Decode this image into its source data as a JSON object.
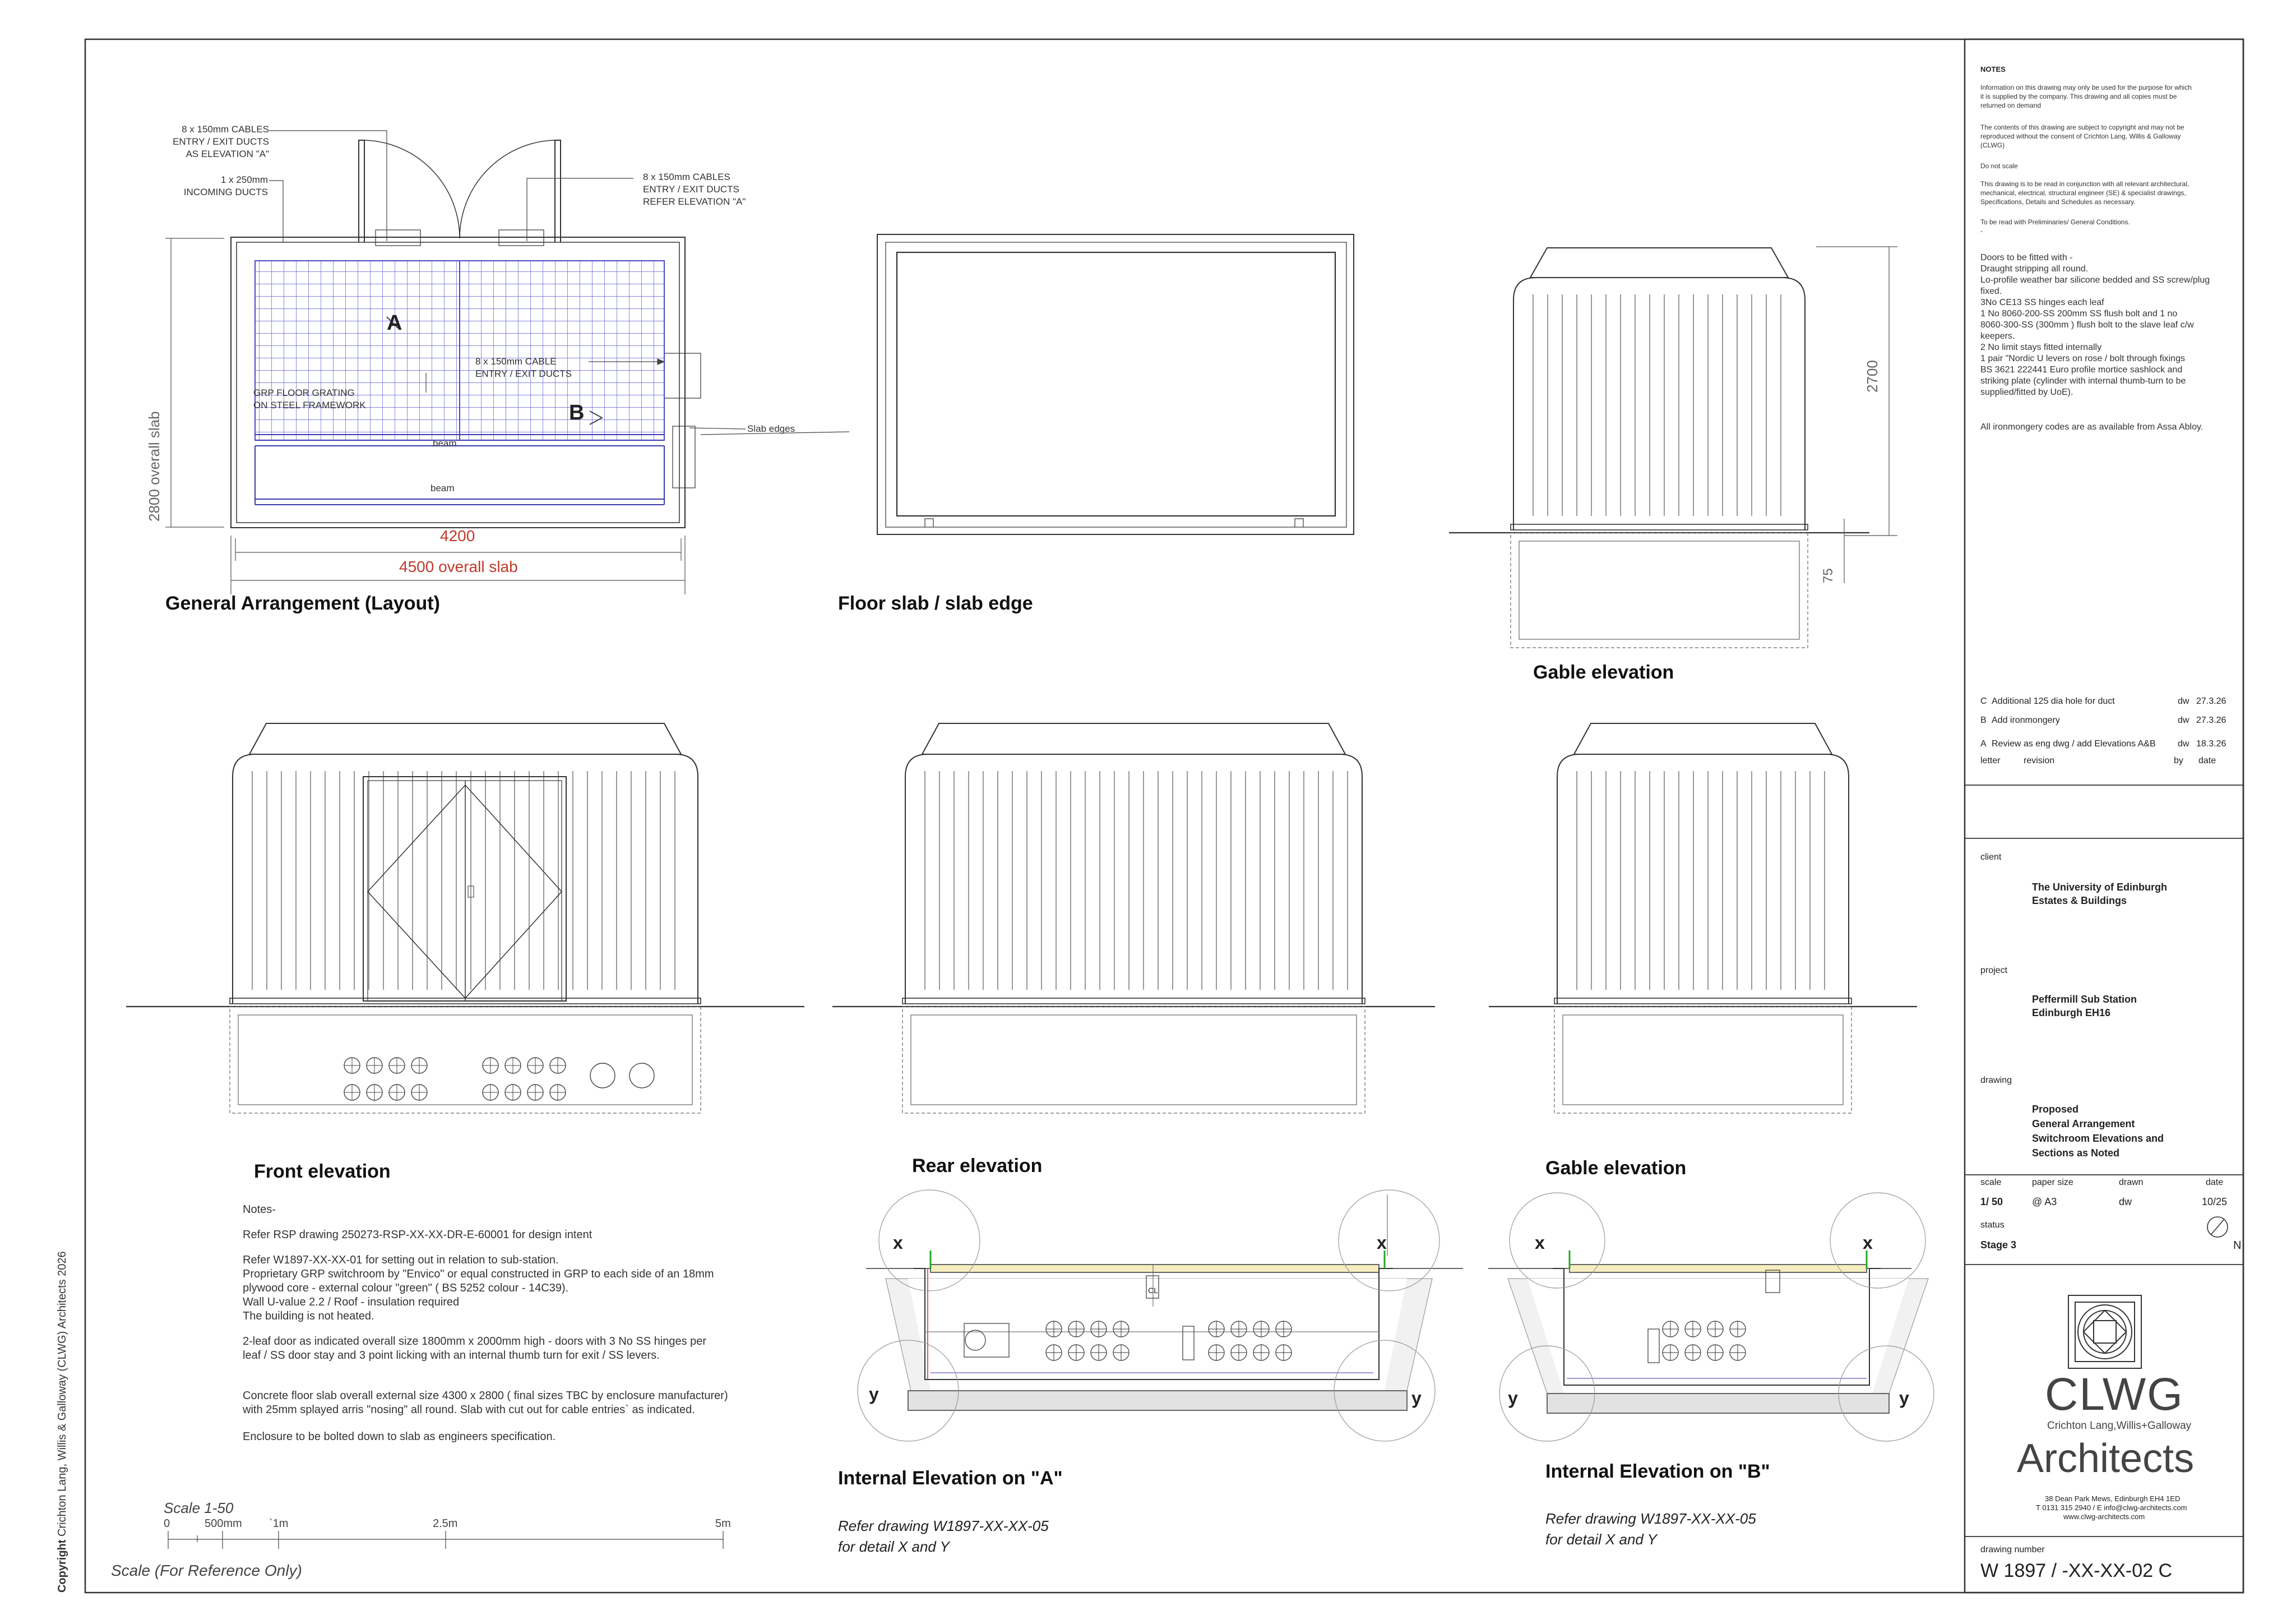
{
  "colors": {
    "line": "#3a3a3a",
    "grating": "#4a4ac8",
    "slab_text": "#c0392b",
    "beam_text": "#444"
  },
  "ga": {
    "title": "General Arrangement (Layout)",
    "callout_cables_left": "8 x 150mm CABLES\nENTRY / EXIT DUCTS\nAS ELEVATION \"A\"",
    "callout_incoming": "1 x 250mm\nINCOMING DUCTS",
    "callout_cables_right": "8 x 150mm CABLES\nENTRY / EXIT DUCTS\nREFER ELEVATION \"A\"",
    "callout_cable_mid": "8 x 150mm CABLE\nENTRY / EXIT DUCTS",
    "grating_label": "GRP FLOOR GRATING\nON STEEL FRAMEWORK",
    "marker_a": "A",
    "marker_b": "B",
    "beam_label_1": "beam",
    "beam_label_2": "beam",
    "slab_edges_label": "Slab edges",
    "dim_vertical": "2800 overall slab",
    "dim_inner": "4200",
    "dim_overall": "4500 overall slab"
  },
  "floor_slab": {
    "title": "Floor slab / slab edge"
  },
  "gable_top": {
    "title": "Gable elevation",
    "dim_height": "2700",
    "dim_plinth": "75"
  },
  "front": {
    "title": "Front  elevation"
  },
  "rear": {
    "title": "Rear elevation"
  },
  "gable_bottom": {
    "title": "Gable elevation"
  },
  "notes_main": {
    "heading": "Notes-",
    "p1": "Refer RSP drawing  250273-RSP-XX-XX-DR-E-60001 for design intent",
    "p2": "Refer W1897-XX-XX-01 for  setting out in relation to sub-station.\nProprietary GRP switchroom by \"Envico\" or equal constructed in GRP to each side of an 18mm\nplywood core - external colour \"green\" ( BS 5252 colour -  14C39).\nWall U-value 2.2 / Roof - insulation required\nThe building is not heated.",
    "p3": "2-leaf door as indicated overall size 1800mm x 2000mm high - doors with  3 No SS hinges per\nleaf / SS door stay and 3 point licking with an internal thumb turn for exit / SS levers.",
    "p4": "Concrete floor slab overall external size 4300 x 2800 ( final sizes TBC by enclosure manufacturer)\nwith 25mm splayed arris  \"nosing\" all round. Slab with cut out for cable entries` as indicated.",
    "p5": "Enclosure to be bolted down to slab as engineers specification."
  },
  "scale_bar": {
    "title": "Scale 1-50",
    "ticks": [
      "0",
      "500mm",
      "`1m",
      "2.5m",
      "5m"
    ],
    "footer": "Scale (For Reference Only)"
  },
  "internal_a": {
    "title": "Internal Elevation on \"A\"",
    "ref": "Refer drawing W1897-XX-XX-05\nfor detail X and Y",
    "label_x1": "x",
    "label_x2": "x",
    "label_y1": "y",
    "label_y2": "y",
    "cl": "CL"
  },
  "internal_b": {
    "title": "Internal Elevation on \"B\"",
    "ref": "Refer drawing W1897-XX-XX-05\nfor detail X and Y",
    "label_x1": "x",
    "label_x2": "x",
    "label_y1": "y",
    "label_y2": "y"
  },
  "copyright": {
    "bold": "Copyright",
    "text": " Crichton Lang, Willis & Galloway (CLWG) Architects 2026"
  },
  "title_block": {
    "notes_heading": "NOTES",
    "n1": "Information on this drawing may only be used for the purpose for which\nit is supplied by the company. This drawing and all copies must be\nreturned on demand",
    "n2": "The contents of this drawing are subject to copyright and may not be\nreproduced without the consent of Crichton Lang, Willis & Galloway\n(CLWG)",
    "n3": "Do not scale",
    "n4": "This drawing is to be read in conjunction with all relevant architectural,\nmechanical, electrical, structural engineer (SE) & specialist drawings,\nSpecifications, Details and Schedules as necessary.",
    "n5": "To be read with Preliminaries/ General Conditions.\n-",
    "doors": "Doors to be fitted with -\nDraught stripping all round.\nLo-profile weather bar silicone bedded and SS screw/plug\nfixed.\n3No CE13  SS hinges each leaf\n1 No 8060-200-SS   200mm SS flush bolt and 1 no\n8060-300-SS (300mm ) flush bolt  to the slave leaf c/w\nkeepers.\n2 No limit stays fitted internally\n1 pair \"Nordic U levers on rose / bolt through fixings\nBS 3621  222441 Euro profile mortice  sashlock and\nstriking plate (cylinder with internal thumb-turn  to be\nsupplied/fitted by UoE).",
    "ironmongery": "All ironmongery codes are as available from  Assa Abloy.",
    "revisions": [
      {
        "letter": "C",
        "desc": "Additional 125 dia hole  for duct",
        "by": "dw",
        "date": "27.3.26"
      },
      {
        "letter": "B",
        "desc": "Add ironmongery",
        "by": "dw",
        "date": "27.3.26"
      },
      {
        "letter": "A",
        "desc": "Review as eng dwg / add Elevations A&B",
        "by": "dw",
        "date": "18.3.26"
      }
    ],
    "rev_headers": {
      "letter": "letter",
      "revision": "revision",
      "by": "by",
      "date": "date"
    },
    "client_label": "client",
    "client": "The University of Edinburgh\nEstates & Buildings",
    "project_label": "project",
    "project": "Peffermill Sub Station\nEdinburgh EH16",
    "drawing_label": "drawing",
    "drawing": "Proposed\nGeneral Arrangement\nSwitchroom Elevations and\nSections as Noted",
    "scale_label": "scale",
    "scale": "1/ 50",
    "paper_label": "paper size",
    "paper": "@  A3",
    "drawn_label": "drawn",
    "drawn": "dw",
    "date_label": "date",
    "date": "10/25",
    "status_label": "status",
    "status": "Stage 3",
    "north": "N",
    "logo_big": "CLWG",
    "logo_sub": "Crichton Lang,Willis+Galloway",
    "logo_arch": "Architects",
    "address": "38 Dean Park Mews, Edinburgh EH4 1ED",
    "contact": "T 0131 315 2940 / E info@clwg-architects.com",
    "web": "www.clwg-architects.com",
    "drawing_number_label": "drawing number",
    "drawing_number": "W 1897  /  -XX-XX-02 C"
  }
}
